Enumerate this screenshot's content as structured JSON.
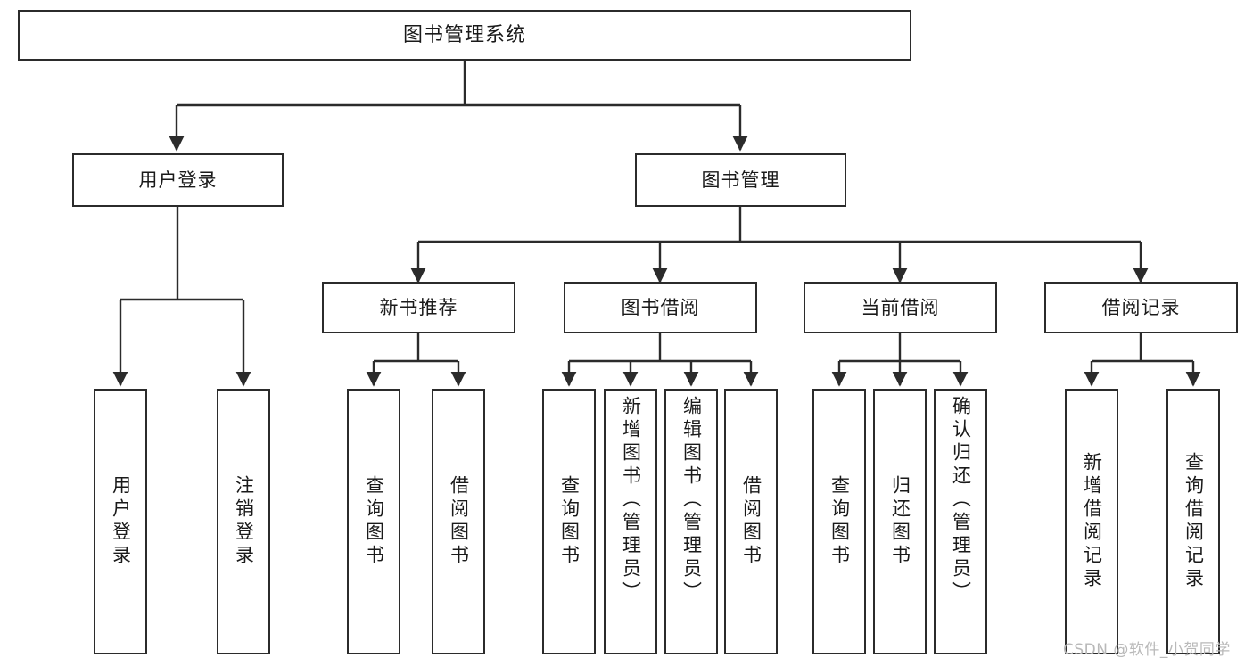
{
  "diagram": {
    "title": "图书管理系统",
    "type": "tree",
    "colors": {
      "stroke": "#2b2b2b",
      "fill": "#ffffff",
      "text": "#1a1a1a",
      "watermark": "#b9b9b9"
    },
    "levels": {
      "root": "图书管理系统",
      "level2": [
        "用户登录",
        "图书管理"
      ],
      "level3": [
        "新书推荐",
        "图书借阅",
        "当前借阅",
        "借阅记录"
      ]
    },
    "nodes": {
      "root": {
        "label": "图书管理系统"
      },
      "user_login": {
        "label": "用户登录"
      },
      "book_manage": {
        "label": "图书管理"
      },
      "new_book_rec": {
        "label": "新书推荐"
      },
      "book_borrow": {
        "label": "图书借阅"
      },
      "current_borrow": {
        "label": "当前借阅"
      },
      "borrow_record": {
        "label": "借阅记录"
      },
      "leaf_user_login": {
        "label": "用户登录"
      },
      "leaf_logout": {
        "label": "注销登录"
      },
      "leaf_query_book_1": {
        "label": "查询图书"
      },
      "leaf_borrow_book_1": {
        "label": "借阅图书"
      },
      "leaf_query_book_2": {
        "label": "查询图书"
      },
      "leaf_add_book_admin": {
        "label": "新增图书（管理员）"
      },
      "leaf_edit_book_admin": {
        "label": "编辑图书（管理员）"
      },
      "leaf_borrow_book_2": {
        "label": "借阅图书"
      },
      "leaf_query_book_3": {
        "label": "查询图书"
      },
      "leaf_return_book": {
        "label": "归还图书"
      },
      "leaf_confirm_return_admin": {
        "label": "确认归还（管理员）"
      },
      "leaf_add_record": {
        "label": "新增借阅记录"
      },
      "leaf_query_record": {
        "label": "查询借阅记录"
      }
    },
    "edges": [
      {
        "from": "root",
        "to": "user_login"
      },
      {
        "from": "root",
        "to": "book_manage"
      },
      {
        "from": "user_login",
        "to": "leaf_user_login"
      },
      {
        "from": "user_login",
        "to": "leaf_logout"
      },
      {
        "from": "book_manage",
        "to": "new_book_rec"
      },
      {
        "from": "book_manage",
        "to": "book_borrow"
      },
      {
        "from": "book_manage",
        "to": "current_borrow"
      },
      {
        "from": "book_manage",
        "to": "borrow_record"
      },
      {
        "from": "new_book_rec",
        "to": "leaf_query_book_1"
      },
      {
        "from": "new_book_rec",
        "to": "leaf_borrow_book_1"
      },
      {
        "from": "book_borrow",
        "to": "leaf_query_book_2"
      },
      {
        "from": "book_borrow",
        "to": "leaf_add_book_admin"
      },
      {
        "from": "book_borrow",
        "to": "leaf_edit_book_admin"
      },
      {
        "from": "book_borrow",
        "to": "leaf_borrow_book_2"
      },
      {
        "from": "current_borrow",
        "to": "leaf_query_book_3"
      },
      {
        "from": "current_borrow",
        "to": "leaf_return_book"
      },
      {
        "from": "current_borrow",
        "to": "leaf_confirm_return_admin"
      },
      {
        "from": "borrow_record",
        "to": "leaf_add_record"
      },
      {
        "from": "borrow_record",
        "to": "leaf_query_record"
      }
    ]
  },
  "watermark": {
    "text": "CSDN @软件_小贺同学"
  }
}
